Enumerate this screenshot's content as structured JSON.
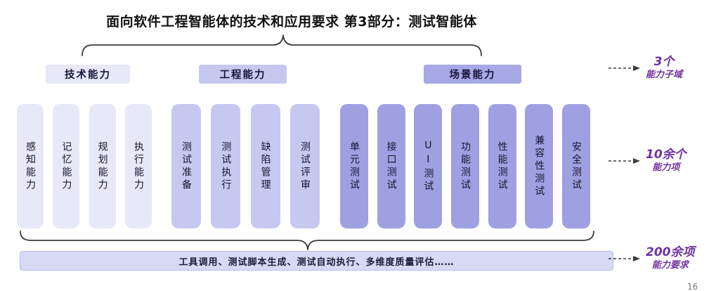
{
  "title": "面向软件工程智能体的技术和应用要求 第3部分：测试智能体",
  "groups": [
    {
      "header": "技术能力",
      "items": [
        "感知能力",
        "记忆能力",
        "规划能力",
        "执行能力"
      ]
    },
    {
      "header": "工程能力",
      "items": [
        "测试准备",
        "测试执行",
        "缺陷管理",
        "测试评审"
      ]
    },
    {
      "header": "场景能力",
      "items": [
        "单元测试",
        "接口测试",
        "UI测试",
        "功能测试",
        "性能测试",
        "兼容性测试",
        "安全测试"
      ]
    }
  ],
  "summary_bar": "工具调用、测试脚本生成、测试自动执行、多维度质量评估……",
  "annotations": [
    {
      "value": "3个",
      "label": "能力子域"
    },
    {
      "value": "10余个",
      "label": "能力项"
    },
    {
      "value": "200余项",
      "label": "能力要求"
    }
  ],
  "page_number": "16",
  "colors": {
    "technical": "#E7E8F8",
    "engineering": "#C7C8F0",
    "scenario": "#9FA0E2",
    "scenario_header": "#A7A8E6",
    "summary_bar": "#D8D9F4",
    "annotation": "#7030A0"
  }
}
